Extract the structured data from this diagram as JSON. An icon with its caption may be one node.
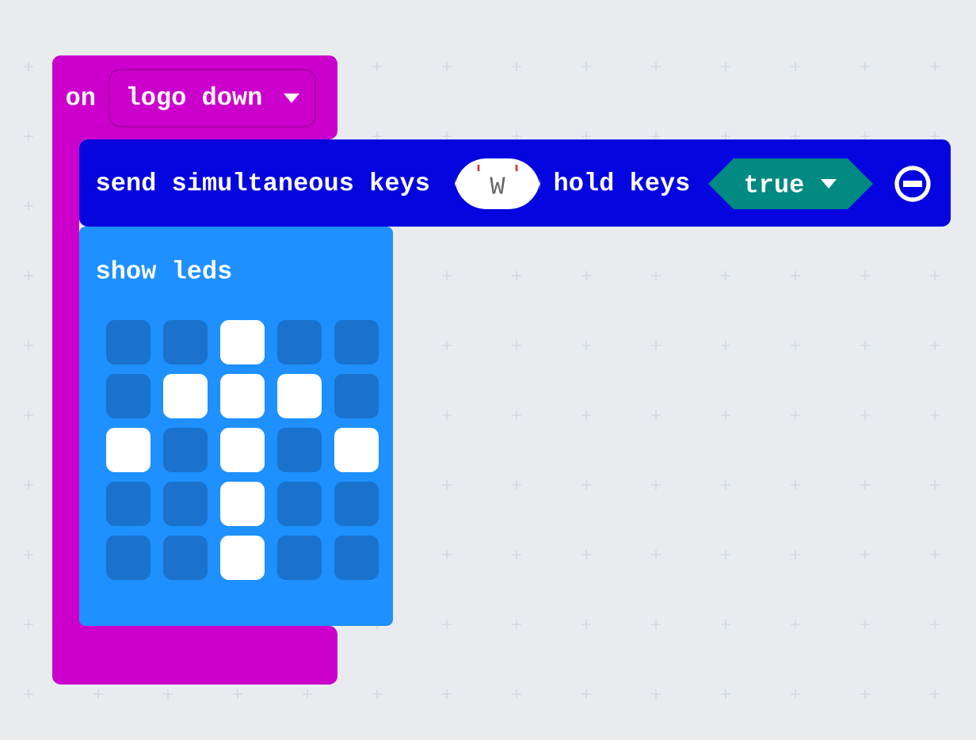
{
  "diagram": {
    "nodes": [
      {
        "text": [
          "on"
        ]
      },
      {
        "text": [
          "logo down"
        ],
        "in": 0
      },
      {
        "text": [
          "send simultaneous keys",
          "hold keys"
        ]
      },
      {
        "text": [
          "W"
        ],
        "in": 2
      },
      {
        "text": [
          "true"
        ],
        "in": 2
      },
      {
        "text": [
          "show leds"
        ]
      }
    ]
  }
}
